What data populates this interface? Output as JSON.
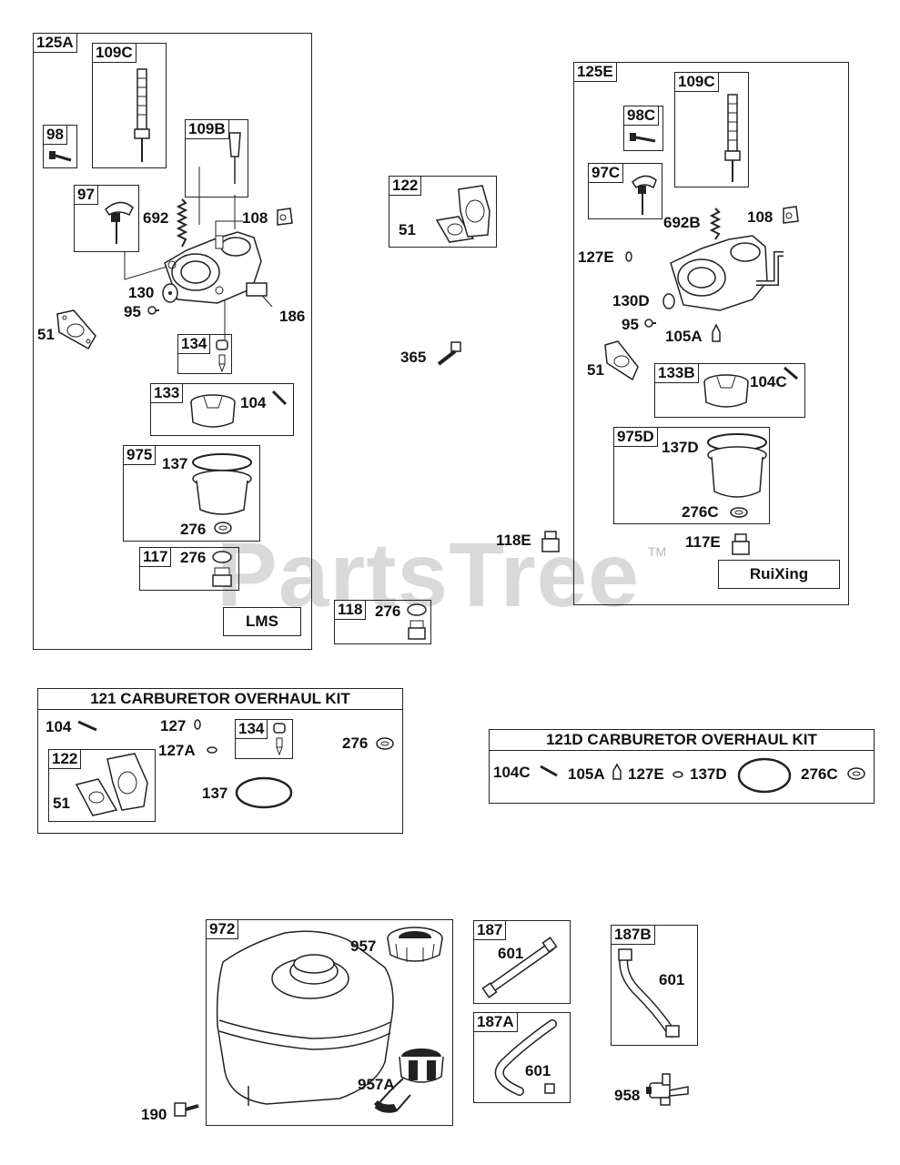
{
  "watermark": {
    "brand": "PartsTree",
    "tm": "TM"
  },
  "group_125a": {
    "tag": "125A",
    "sub_109c": "109C",
    "sub_98": "98",
    "sub_109b": "109B",
    "sub_97": "97",
    "l692": "692",
    "l108": "108",
    "l130": "130",
    "l95": "95",
    "l51": "51",
    "l186": "186",
    "sub_134": "134",
    "sub_133": "133",
    "l104": "104",
    "sub_975": "975",
    "l137": "137",
    "l276": "276",
    "sub_117": "117",
    "l276b": "276",
    "maker": "LMS"
  },
  "group_122": {
    "tag": "122",
    "l51": "51"
  },
  "l365": "365",
  "l118e": "118E",
  "group_118": {
    "tag": "118",
    "l276": "276"
  },
  "group_125e": {
    "tag": "125E",
    "sub_98c": "98C",
    "sub_109c": "109C",
    "sub_97c": "97C",
    "l692b": "692B",
    "l108": "108",
    "l127e": "127E",
    "l130d": "130D",
    "l95": "95",
    "l105a": "105A",
    "l51": "51",
    "sub_133b": "133B",
    "l104c": "104C",
    "sub_975d": "975D",
    "l137d": "137D",
    "l276c": "276C",
    "l117e": "117E",
    "maker": "RuiXing"
  },
  "kit_121": {
    "title": "121 CARBURETOR OVERHAUL KIT",
    "l104": "104",
    "l127": "127",
    "l127a": "127A",
    "sub_134": "134",
    "l276": "276",
    "sub_122": "122",
    "l51": "51",
    "l137": "137"
  },
  "kit_121d": {
    "title": "121D CARBURETOR OVERHAUL KIT",
    "l104c": "104C",
    "l105a": "105A",
    "l127e": "127E",
    "l137d": "137D",
    "l276c": "276C"
  },
  "group_972": {
    "tag": "972",
    "l957": "957",
    "l957a": "957A"
  },
  "l190": "190",
  "group_187": {
    "tag": "187",
    "l601": "601"
  },
  "group_187a": {
    "tag": "187A",
    "l601": "601"
  },
  "group_187b": {
    "tag": "187B",
    "l601": "601"
  },
  "l958": "958"
}
